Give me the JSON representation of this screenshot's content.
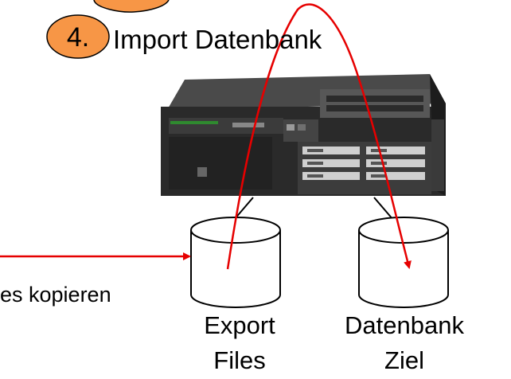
{
  "step": {
    "number": "4.",
    "title": "Import Datenbank"
  },
  "left_label": "es kopieren",
  "disks": [
    {
      "line1": "Export",
      "line2": "Files"
    },
    {
      "line1": "Datenbank",
      "line2": "Ziel"
    }
  ],
  "colors": {
    "step_bubble_fill": "#f79646",
    "arrow": "#e60000",
    "server_body": "#2a2a2a",
    "server_panel": "#474747",
    "server_front_accent": "#2f8a2f"
  },
  "icons": {
    "server": "rack-server-icon",
    "disk": "database-cylinder-icon"
  }
}
